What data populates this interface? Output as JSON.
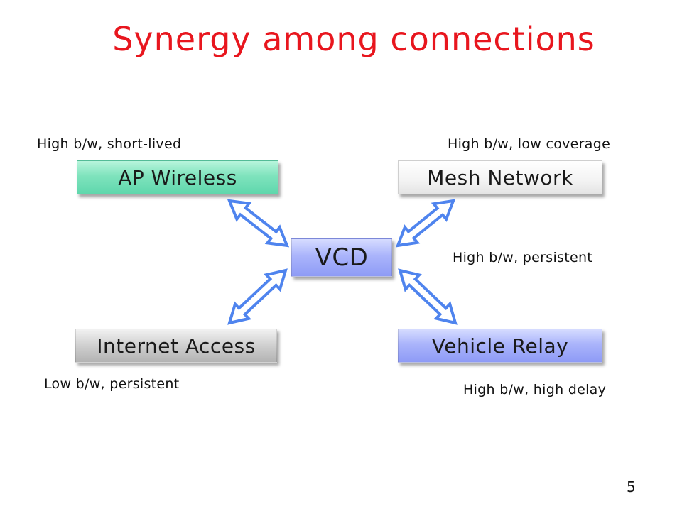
{
  "title": "Synergy among connections",
  "nodes": {
    "ap_wireless": "AP Wireless",
    "mesh_network": "Mesh Network",
    "vcd": "VCD",
    "internet_access": "Internet Access",
    "vehicle_relay": "Vehicle Relay"
  },
  "notes": {
    "ap_wireless": "High b/w, short-lived",
    "mesh_network": "High b/w, low coverage",
    "mesh_persistent": "High b/w, persistent",
    "internet_access": "Low b/w, persistent",
    "vehicle_relay": "High b/w, high delay"
  },
  "page_number": "5",
  "colors": {
    "title": "#e8161e",
    "arrow_fill": "#ffffff",
    "arrow_stroke": "#4f84ee"
  }
}
